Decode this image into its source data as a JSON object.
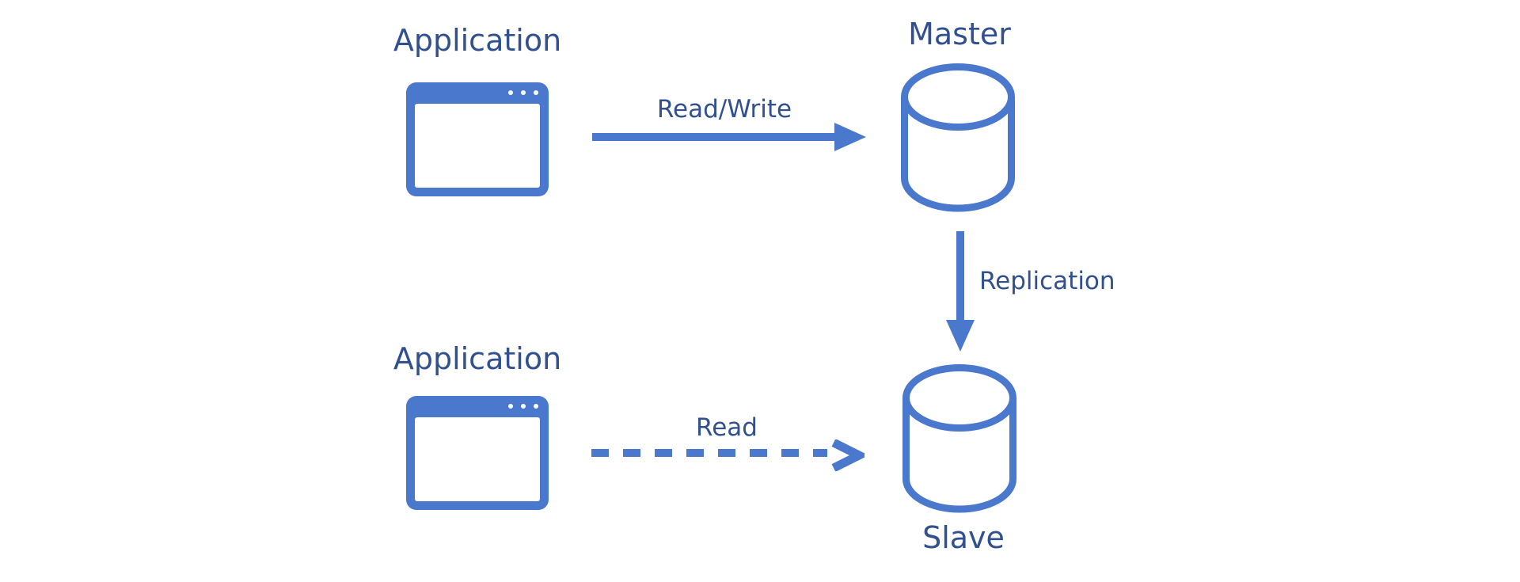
{
  "colors": {
    "shape": "#4A78CC",
    "text": "#31508F",
    "background": "#FFFFFF"
  },
  "nodes": {
    "app_top": {
      "label": "Application",
      "icon": "browser-window"
    },
    "master": {
      "label": "Master",
      "icon": "database-cylinder"
    },
    "app_bottom": {
      "label": "Application",
      "icon": "browser-window"
    },
    "slave": {
      "label": "Slave",
      "icon": "database-cylinder"
    }
  },
  "edges": {
    "read_write": {
      "label": "Read/Write",
      "style": "solid",
      "from": "app_top",
      "to": "master",
      "direction": "right"
    },
    "replication": {
      "label": "Replication",
      "style": "solid",
      "from": "master",
      "to": "slave",
      "direction": "down"
    },
    "read": {
      "label": "Read",
      "style": "dashed",
      "from": "app_bottom",
      "to": "slave",
      "direction": "right"
    }
  }
}
